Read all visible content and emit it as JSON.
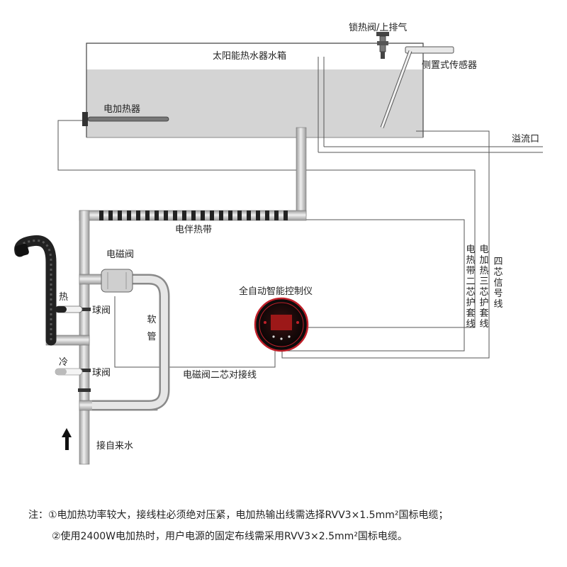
{
  "labels": {
    "tank": "太阳能热水器水箱",
    "vent": "锁热阀/上排气",
    "sensor": "侧置式传感器",
    "heater": "电加热器",
    "overflow": "溢流口",
    "heat_tape": "电伴热带",
    "solenoid": "电磁阀",
    "hot": "热",
    "cold": "冷",
    "ball_valve_hot": "球阀",
    "ball_valve_cold": "球阀",
    "soft_pipe": "软管",
    "controller": "全自动智能控制仪",
    "solenoid_wire": "电磁阀二芯对接线",
    "heat_tape_wire": "电热带二芯护套线",
    "heater_wire": "电加热三芯护套线",
    "signal_wire": "四芯信号线",
    "inlet": "接自来水"
  },
  "notes": {
    "line1": "注：①电加热功率较大，接线柱必须绝对压紧，电加热输出线需选择RVV3×1.5mm²国标电缆；",
    "line2": "②使用2400W电加热时，用户电源的固定布线需采用RVV3×2.5mm²国标电缆。"
  },
  "colors": {
    "tank_water": "#d4d4d4",
    "pipe": "#c9c9c9",
    "heat_tape": "#222222",
    "controller_ring": "#c0202a"
  },
  "icons": [
    "arrow-up-icon",
    "shower-head-icon",
    "valve-handle-icon"
  ]
}
